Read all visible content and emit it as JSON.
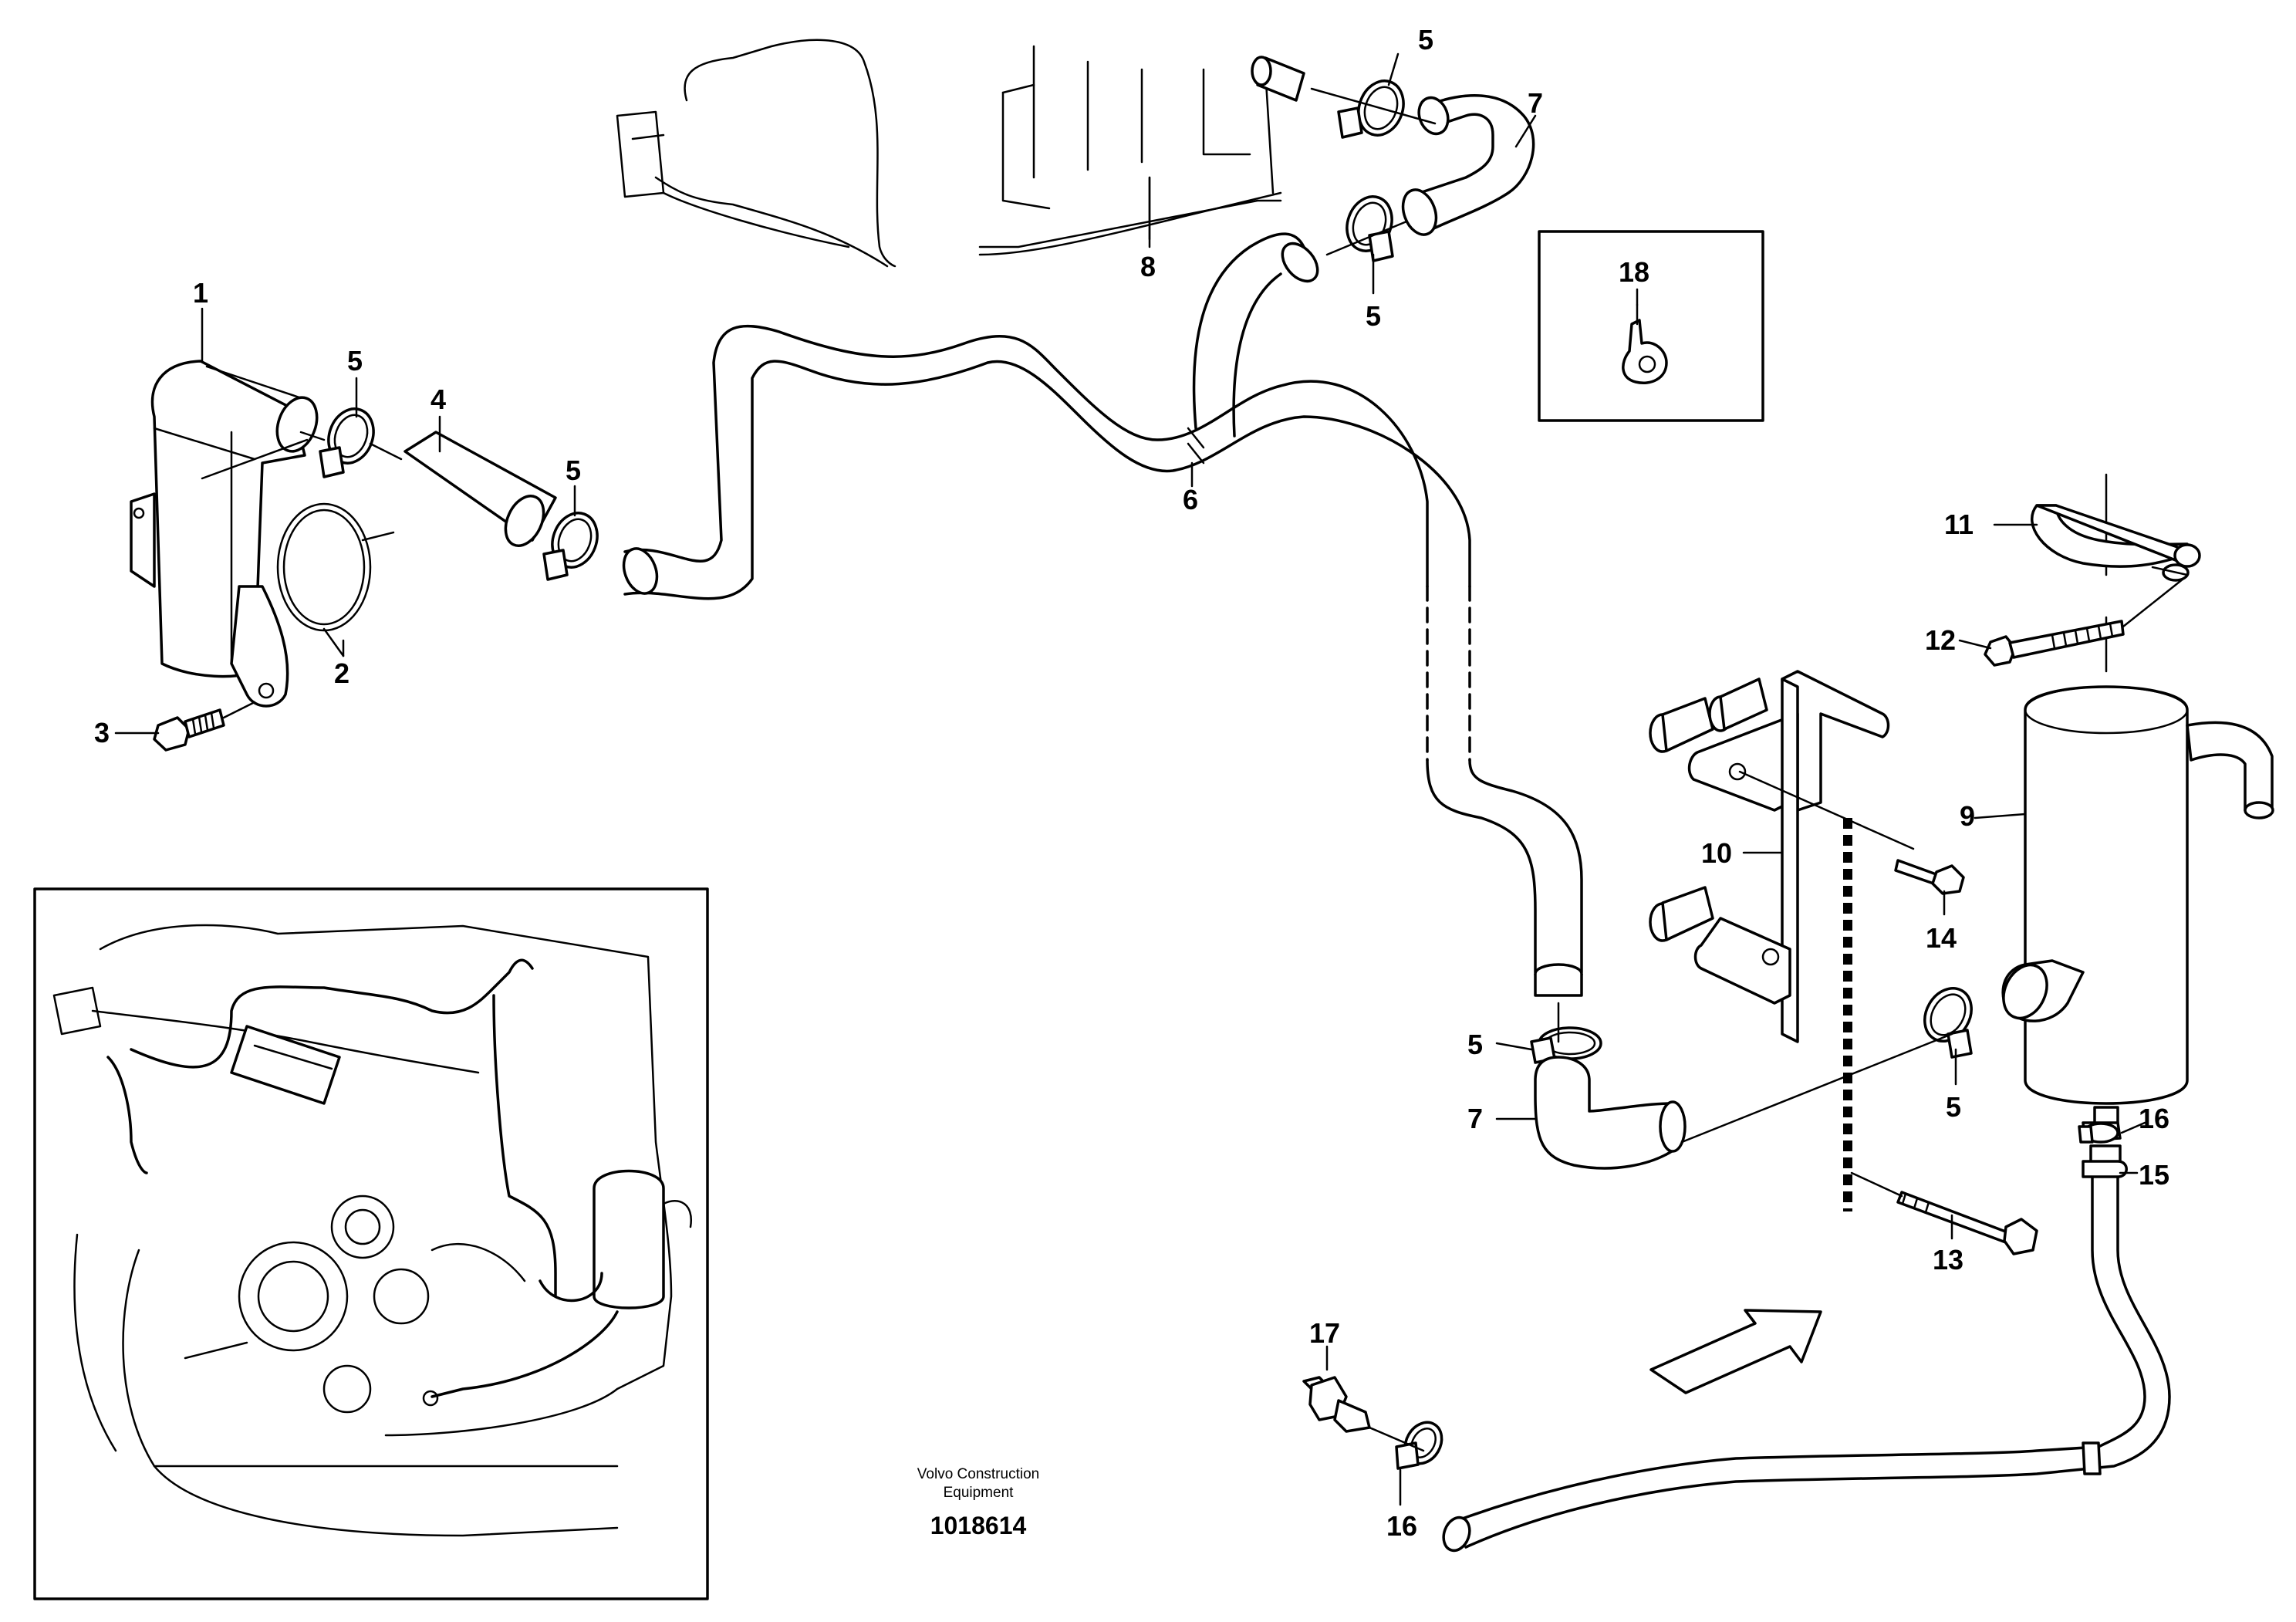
{
  "callouts": {
    "c1": "1",
    "c2": "2",
    "c3": "3",
    "c4": "4",
    "c5": "5",
    "c6": "6",
    "c7": "7",
    "c8": "8",
    "c9": "9",
    "c10": "10",
    "c11": "11",
    "c12": "12",
    "c13": "13",
    "c14": "14",
    "c15": "15",
    "c16": "16",
    "c17": "17",
    "c18": "18"
  },
  "footer": {
    "brand_line1": "Volvo Construction",
    "brand_line2": "Equipment",
    "drawing_number": "1018614"
  },
  "colors": {
    "line": "#000000",
    "background": "#ffffff"
  }
}
